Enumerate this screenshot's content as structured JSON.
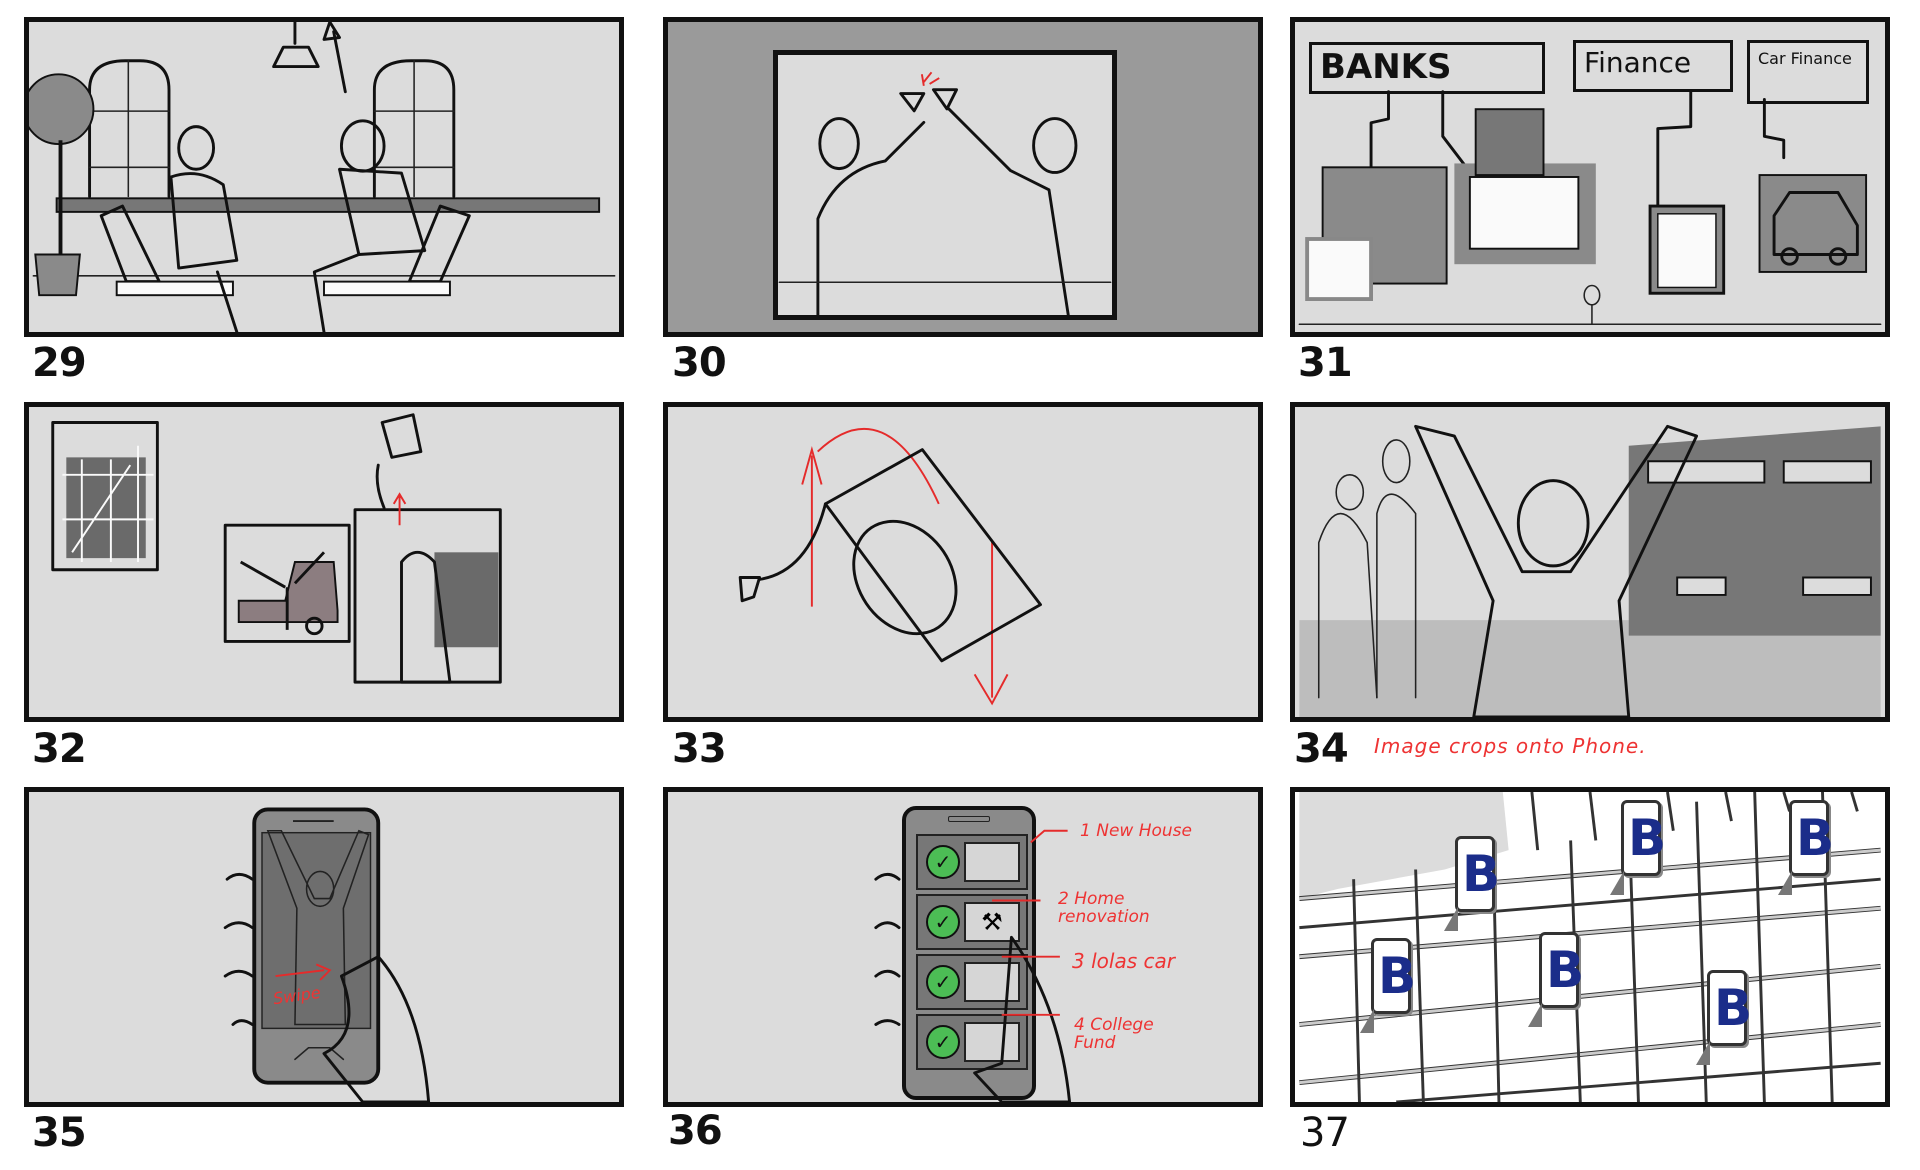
{
  "storyboard": {
    "colors": {
      "panel_bg": "#dcdcdc",
      "frame_dark": "#9a9a9a",
      "ink": "#111111",
      "annotation_red": "#e33333",
      "check_green": "#4cbd55",
      "brand_blue": "#1b2d8a"
    },
    "panels": [
      {
        "number": "29",
        "scene": "Woman and man seated in chairs, man raises glass in toast"
      },
      {
        "number": "30",
        "scene": "Close-up crop: glasses clink in toast"
      },
      {
        "number": "31",
        "scene": "Signage: banks, finance, car finance with buildings and car",
        "signs": [
          "BANKS",
          "Finance",
          "Car Finance"
        ]
      },
      {
        "number": "32",
        "scene": "Three vignettes: building under scaffolding, girl with car, graduate tossing cap"
      },
      {
        "number": "33",
        "scene": "Graduation cap flipping in the air",
        "arrows": "up and down motion arrows"
      },
      {
        "number": "34",
        "scene": "Graduate cheering in front of building, parents behind",
        "note": "Image crops onto Phone."
      },
      {
        "number": "35",
        "scene": "Hand holding phone showing graduate photo",
        "gesture": "Swipe"
      },
      {
        "number": "36",
        "scene": "Phone checklist with four completed goals",
        "checklist": [
          {
            "index": "1",
            "label": "New House",
            "icon": "house-icon",
            "checked": true
          },
          {
            "index": "2",
            "label": "Home renovation",
            "icon": "tools-icon",
            "checked": true
          },
          {
            "index": "3",
            "label": "lolas car",
            "icon": "car-icon",
            "checked": true
          },
          {
            "index": "4",
            "label": "College Fund",
            "icon": "graduation-cap-icon",
            "checked": true
          }
        ]
      },
      {
        "number": "37",
        "scene": "City street map with bank location pins",
        "pin_glyph": "B",
        "pin_count": 6
      }
    ]
  }
}
